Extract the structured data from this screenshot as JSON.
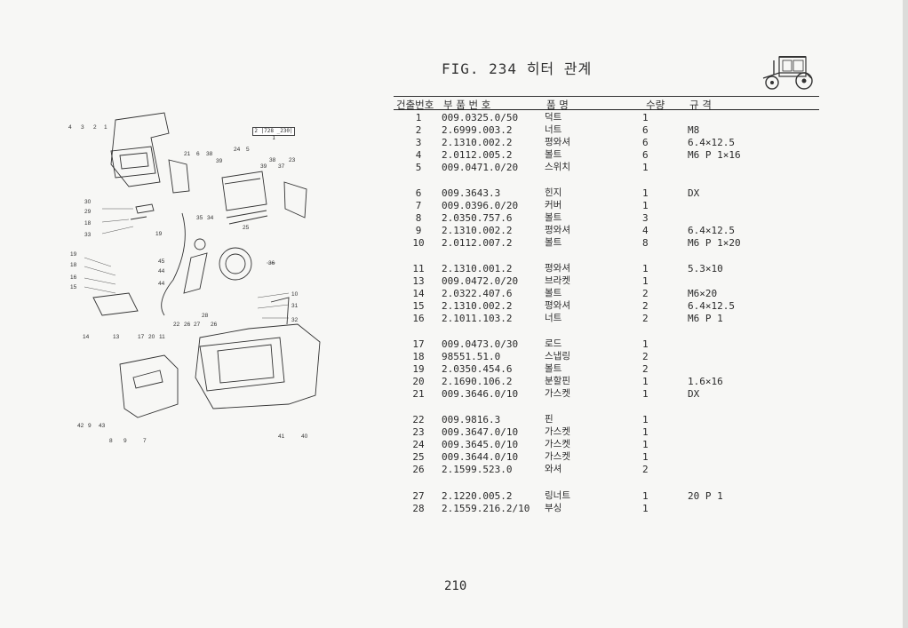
{
  "figure": {
    "title": "FIG. 234 히터 관계",
    "ref_box": "2 |728 _230| 1"
  },
  "table": {
    "headers": {
      "no": "건출번호",
      "part_no": "부 품 번 호",
      "name": "품     명",
      "qty": "수량",
      "spec": "규          격"
    },
    "rows": [
      {
        "no": "1",
        "part": "009.0325.0/50",
        "name": "덕트",
        "qty": "1",
        "spec": ""
      },
      {
        "no": "2",
        "part": "2.6999.003.2",
        "name": "너트",
        "qty": "6",
        "spec": "M8"
      },
      {
        "no": "3",
        "part": "2.1310.002.2",
        "name": "평와셔",
        "qty": "6",
        "spec": "6.4×12.5"
      },
      {
        "no": "4",
        "part": "2.0112.005.2",
        "name": "볼트",
        "qty": "6",
        "spec": "M6 P 1×16"
      },
      {
        "no": "5",
        "part": "009.0471.0/20",
        "name": "스위치",
        "qty": "1",
        "spec": ""
      },
      {
        "no": "6",
        "part": "009.3643.3",
        "name": "힌지",
        "qty": "1",
        "spec": "DX"
      },
      {
        "no": "7",
        "part": "009.0396.0/20",
        "name": "커버",
        "qty": "1",
        "spec": ""
      },
      {
        "no": "8",
        "part": "2.0350.757.6",
        "name": "볼트",
        "qty": "3",
        "spec": ""
      },
      {
        "no": "9",
        "part": "2.1310.002.2",
        "name": "평와셔",
        "qty": "4",
        "spec": "6.4×12.5"
      },
      {
        "no": "10",
        "part": "2.0112.007.2",
        "name": "볼트",
        "qty": "8",
        "spec": "M6 P 1×20"
      },
      {
        "no": "11",
        "part": "2.1310.001.2",
        "name": "평와셔",
        "qty": "1",
        "spec": "5.3×10"
      },
      {
        "no": "13",
        "part": "009.0472.0/20",
        "name": "브라켓",
        "qty": "1",
        "spec": ""
      },
      {
        "no": "14",
        "part": "2.0322.407.6",
        "name": "볼트",
        "qty": "2",
        "spec": "M6×20"
      },
      {
        "no": "15",
        "part": "2.1310.002.2",
        "name": "평와셔",
        "qty": "2",
        "spec": "6.4×12.5"
      },
      {
        "no": "16",
        "part": "2.1011.103.2",
        "name": "너트",
        "qty": "2",
        "spec": "M6 P 1"
      },
      {
        "no": "17",
        "part": "009.0473.0/30",
        "name": "로드",
        "qty": "1",
        "spec": ""
      },
      {
        "no": "18",
        "part": "98551.51.0",
        "name": "스냅링",
        "qty": "2",
        "spec": ""
      },
      {
        "no": "19",
        "part": "2.0350.454.6",
        "name": "볼트",
        "qty": "2",
        "spec": ""
      },
      {
        "no": "20",
        "part": "2.1690.106.2",
        "name": "분할핀",
        "qty": "1",
        "spec": "1.6×16"
      },
      {
        "no": "21",
        "part": "009.3646.0/10",
        "name": "가스켓",
        "qty": "1",
        "spec": "DX"
      },
      {
        "no": "22",
        "part": "009.9816.3",
        "name": "핀",
        "qty": "1",
        "spec": ""
      },
      {
        "no": "23",
        "part": "009.3647.0/10",
        "name": "가스켓",
        "qty": "1",
        "spec": ""
      },
      {
        "no": "24",
        "part": "009.3645.0/10",
        "name": "가스켓",
        "qty": "1",
        "spec": ""
      },
      {
        "no": "25",
        "part": "009.3644.0/10",
        "name": "가스켓",
        "qty": "1",
        "spec": ""
      },
      {
        "no": "26",
        "part": "2.1599.523.0",
        "name": "와셔",
        "qty": "2",
        "spec": ""
      },
      {
        "no": "27",
        "part": "2.1220.005.2",
        "name": "링너트",
        "qty": "1",
        "spec": "20 P 1"
      },
      {
        "no": "28",
        "part": "2.1559.216.2/10",
        "name": "부싱",
        "qty": "1",
        "spec": ""
      }
    ]
  },
  "diagram_labels": [
    "4",
    "3",
    "2",
    "1",
    "21",
    "6",
    "38",
    "39",
    "24",
    "5",
    "38",
    "39",
    "37",
    "23",
    "30",
    "29",
    "18",
    "33",
    "19",
    "35",
    "34",
    "25",
    "36",
    "19",
    "18",
    "16",
    "15",
    "45",
    "44",
    "44",
    "28",
    "22",
    "26",
    "27",
    "26",
    "10",
    "31",
    "32",
    "14",
    "13",
    "17",
    "20",
    "11",
    "42",
    "9",
    "43",
    "8",
    "9",
    "7",
    "41",
    "40"
  ],
  "page_number": "210"
}
